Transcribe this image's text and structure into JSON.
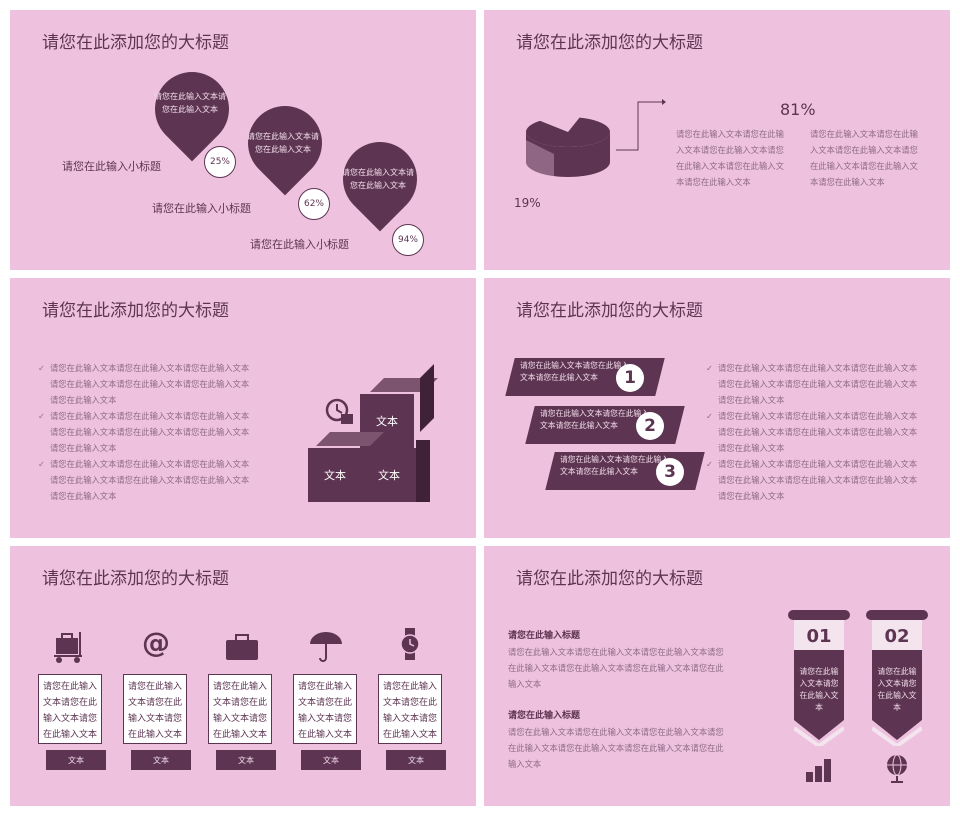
{
  "slides": {
    "s1": {
      "title": "请您在此添加您的大标题",
      "drops": [
        {
          "text": "请您在此输入文本请您在此输入文本",
          "pct": "25%",
          "subtitle": "请您在此输入小标题"
        },
        {
          "text": "请您在此输入文本请您在此输入文本",
          "pct": "62%",
          "subtitle": "请您在此输入小标题"
        },
        {
          "text": "请您在此输入文本请您在此输入文本",
          "pct": "94%",
          "subtitle": "请您在此输入小标题"
        }
      ]
    },
    "s2": {
      "title": "请您在此添加您的大标题",
      "big_pct": "81%",
      "small_pct": "19%",
      "col1": "请您在此输入文本请您在此输入文本请您在此输入文本请您在此输入文本请您在此输入文本请您在此输入文本",
      "col2": "请您在此输入文本请您在此输入文本请您在此输入文本请您在此输入文本请您在此输入文本请您在此输入文本"
    },
    "s3": {
      "title": "请您在此添加您的大标题",
      "bullets": [
        "请您在此输入文本请您在此输入文本请您在此输入文本请您在此输入文本请您在此输入文本请您在此输入文本请您在此输入文本",
        "请您在此输入文本请您在此输入文本请您在此输入文本请您在此输入文本请您在此输入文本请您在此输入文本请您在此输入文本",
        "请您在此输入文本请您在此输入文本请您在此输入文本请您在此输入文本请您在此输入文本请您在此输入文本请您在此输入文本"
      ],
      "cube_label": "文本"
    },
    "s4": {
      "title": "请您在此添加您的大标题",
      "steps": [
        {
          "text": "请您在此输入文本请您在此输入文本请您在此输入文本",
          "num": "1"
        },
        {
          "text": "请您在此输入文本请您在此输入文本请您在此输入文本",
          "num": "2"
        },
        {
          "text": "请您在此输入文本请您在此输入文本请您在此输入文本",
          "num": "3"
        }
      ],
      "bullets": [
        "请您在此输入文本请您在此输入文本请您在此输入文本请您在此输入文本请您在此输入文本请您在此输入文本请您在此输入文本",
        "请您在此输入文本请您在此输入文本请您在此输入文本请您在此输入文本请您在此输入文本请您在此输入文本请您在此输入文本",
        "请您在此输入文本请您在此输入文本请您在此输入文本请您在此输入文本请您在此输入文本请您在此输入文本请您在此输入文本"
      ]
    },
    "s5": {
      "title": "请您在此添加您的大标题",
      "cards": [
        {
          "icon": "luggage-cart-icon",
          "text": "请您在此输入文本请您在此输入文本请您在此输入文本",
          "tab": "文本"
        },
        {
          "icon": "at-sign-icon",
          "text": "请您在此输入文本请您在此输入文本请您在此输入文本",
          "tab": "文本"
        },
        {
          "icon": "briefcase-icon",
          "text": "请您在此输入文本请您在此输入文本请您在此输入文本",
          "tab": "文本"
        },
        {
          "icon": "umbrella-icon",
          "text": "请您在此输入文本请您在此输入文本请您在此输入文本",
          "tab": "文本"
        },
        {
          "icon": "watch-icon",
          "text": "请您在此输入文本请您在此输入文本请您在此输入文本",
          "tab": "文本"
        }
      ]
    },
    "s6": {
      "title": "请您在此添加您的大标题",
      "sections": [
        {
          "heading": "请您在此输入标题",
          "body": "请您在此输入文本请您在此输入文本请您在此输入文本请您在此输入文本请您在此输入文本请您在此输入文本请您在此输入文本"
        },
        {
          "heading": "请您在此输入标题",
          "body": "请您在此输入文本请您在此输入文本请您在此输入文本请您在此输入文本请您在此输入文本请您在此输入文本请您在此输入文本"
        }
      ],
      "ribbons": [
        {
          "num": "01",
          "text": "请您在此输入文本请您在此输入文本",
          "icon": "bar-chart-icon"
        },
        {
          "num": "02",
          "text": "请您在此输入文本请您在此输入文本",
          "icon": "globe-icon"
        }
      ]
    }
  },
  "colors": {
    "background": "#eec2df",
    "accent": "#5d3552",
    "text": "#8e6a86"
  }
}
